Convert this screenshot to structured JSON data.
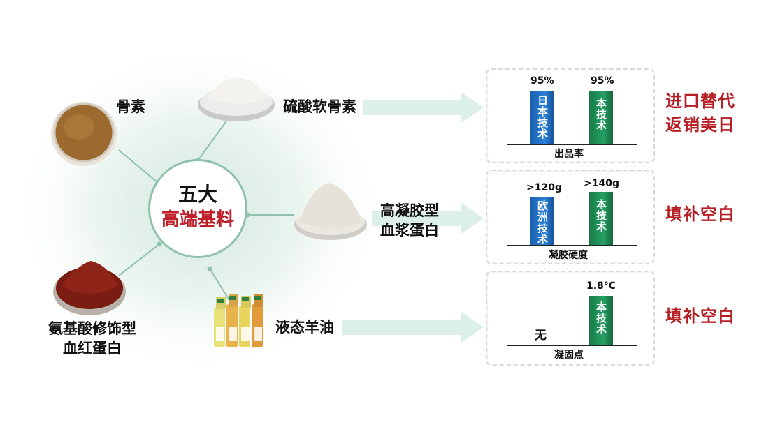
{
  "center": {
    "line1": "五大",
    "line2": "高端基料"
  },
  "materials": {
    "bone": "骨素",
    "chondroitin": "硫酸软骨素",
    "plasma_l1": "高凝胶型",
    "plasma_l2": "血浆蛋白",
    "hemo_l1": "氨基酸修饰型",
    "hemo_l2": "血红蛋白",
    "oil": "液态羊油"
  },
  "panels": [
    {
      "caption": "出品率",
      "left": {
        "value_label": "95%",
        "bar_text": "日本技术"
      },
      "right": {
        "value_label": "95%",
        "bar_text": "本技术"
      },
      "result_l1": "进口替代",
      "result_l2": "返销美日"
    },
    {
      "caption": "凝胶硬度",
      "left": {
        "value_label": ">120g",
        "bar_text": "欧洲技术"
      },
      "right": {
        "value_label": ">140g",
        "bar_text": "本技术"
      },
      "result_l1": "填补空白"
    },
    {
      "caption": "凝固点",
      "left": {
        "value_label": "无"
      },
      "right": {
        "value_label": "1.8℃",
        "bar_text": "本技术"
      },
      "result_l1": "填补空白"
    }
  ],
  "colors": {
    "blue_bar": "#1e6ec8",
    "green_bar": "#1f8f57",
    "result": "#b51f25",
    "arrow": "#dcefe9"
  }
}
